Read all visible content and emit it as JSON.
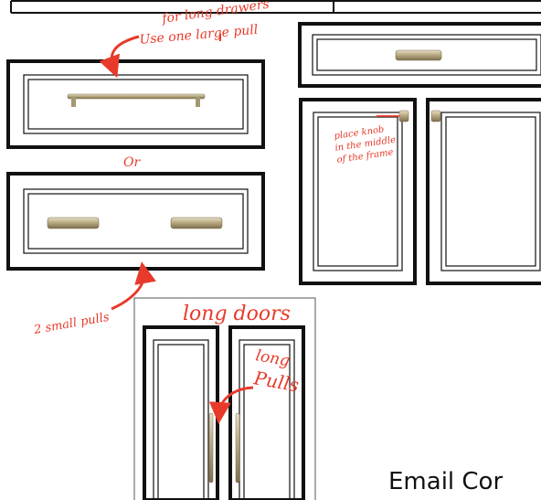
{
  "annotations": {
    "long_drawers_line1": "for long drawers",
    "long_drawers_line2": "Use one large pull",
    "or": "Or",
    "small_pulls": "2 small pulls",
    "knob_line1": "place knob",
    "knob_line2": "in the middle",
    "knob_line3": "of the frame",
    "long_doors": "long doors",
    "long_pulls_line1": "long",
    "long_pulls_line2": "Pulls"
  },
  "footer": {
    "email_text": "Email Cor"
  },
  "colors": {
    "annotation": "#e83a2a",
    "frame": "#111111",
    "hardware": "#b9ad8a"
  },
  "icons": {
    "large_pull": "bar-pull-icon",
    "small_pull": "cup-pull-icon",
    "knob": "knob-icon",
    "long_pull": "long-pull-icon",
    "arrow": "curved-arrow-icon"
  }
}
